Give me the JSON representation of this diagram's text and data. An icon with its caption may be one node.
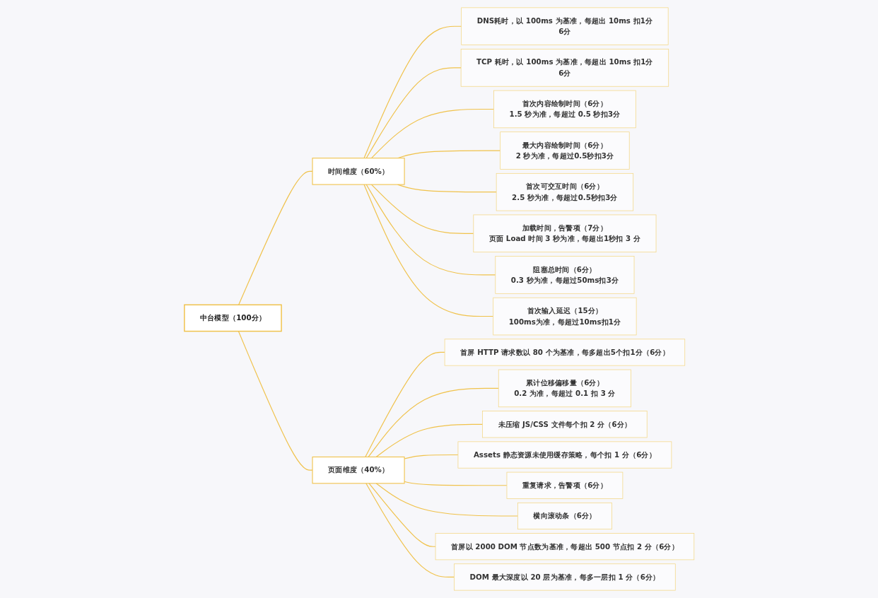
{
  "diagram": {
    "nodes": [
      {
        "text": [
          "中台模型（100分）"
        ]
      },
      {
        "text": [
          "时间维度（60%）"
        ]
      },
      {
        "text": [
          "DNS耗时，以 100ms 为基准，每超出 10ms 扣1分",
          "6分"
        ]
      },
      {
        "text": [
          "TCP 耗时，以 100ms 为基准，每超出 10ms 扣1分",
          "6分"
        ]
      },
      {
        "text": [
          "首次内容绘制时间（6分）",
          "1.5 秒为准，每超过 0.5 秒扣3分"
        ]
      },
      {
        "text": [
          "最大内容绘制时间（6分）",
          "2 秒为准，每超过0.5秒扣3分"
        ]
      },
      {
        "text": [
          "首次可交互时间（6分）",
          "2.5 秒为准，每超过0.5秒扣3分"
        ]
      },
      {
        "text": [
          "加载时间，告警项（7分）",
          "页面 Load 时间 3 秒为准，每超出1秒扣 3 分"
        ]
      },
      {
        "text": [
          "阻塞总时间（6分）",
          "0.3 秒为准，每超过50ms扣3分"
        ]
      },
      {
        "text": [
          "首次输入延迟（15分）",
          "100ms为准，每超过10ms扣1分"
        ]
      },
      {
        "text": [
          "页面维度（40%）"
        ]
      },
      {
        "text": [
          "首屏 HTTP 请求数以 80 个为基准，每多超出5个扣1分（6分）"
        ]
      },
      {
        "text": [
          "累计位移偏移量（6分）",
          "0.2 为准，每超过 0.1 扣 3 分"
        ]
      },
      {
        "text": [
          "未压缩 JS/CSS 文件每个扣 2 分（6分）"
        ]
      },
      {
        "text": [
          "Assets 静态资源未使用缓存策略，每个扣 1 分（6分）"
        ]
      },
      {
        "text": [
          "重复请求，告警项（6分）"
        ]
      },
      {
        "text": [
          "横向滚动条（6分）"
        ]
      },
      {
        "text": [
          "首屏以 2000 DOM 节点数为基准，每超出 500 节点扣 2 分（6分）"
        ]
      },
      {
        "text": [
          "DOM 最大深度以 20 层为基准，每多一层扣 1 分（6分）"
        ]
      }
    ],
    "edges": [
      {
        "from": 0,
        "to": 1,
        "arrow": "none"
      },
      {
        "from": 1,
        "to": 2,
        "arrow": "none"
      },
      {
        "from": 1,
        "to": 3,
        "arrow": "none"
      },
      {
        "from": 1,
        "to": 4,
        "arrow": "none"
      },
      {
        "from": 1,
        "to": 5,
        "arrow": "none"
      },
      {
        "from": 1,
        "to": 6,
        "arrow": "none"
      },
      {
        "from": 1,
        "to": 7,
        "arrow": "none"
      },
      {
        "from": 1,
        "to": 8,
        "arrow": "none"
      },
      {
        "from": 1,
        "to": 9,
        "arrow": "none"
      },
      {
        "from": 0,
        "to": 10,
        "arrow": "none"
      },
      {
        "from": 10,
        "to": 11,
        "arrow": "none"
      },
      {
        "from": 10,
        "to": 12,
        "arrow": "none"
      },
      {
        "from": 10,
        "to": 13,
        "arrow": "none"
      },
      {
        "from": 10,
        "to": 14,
        "arrow": "none"
      },
      {
        "from": 10,
        "to": 15,
        "arrow": "none"
      },
      {
        "from": 10,
        "to": 16,
        "arrow": "none"
      },
      {
        "from": 10,
        "to": 17,
        "arrow": "none"
      },
      {
        "from": 10,
        "to": 18,
        "arrow": "none"
      }
    ]
  }
}
